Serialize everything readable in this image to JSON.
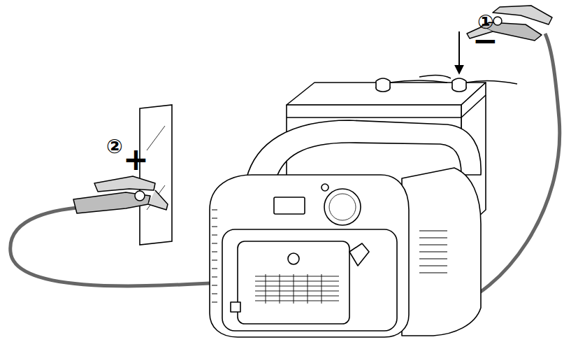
{
  "diagram": {
    "labels": [
      "①",
      "−",
      "②",
      "+"
    ]
  }
}
